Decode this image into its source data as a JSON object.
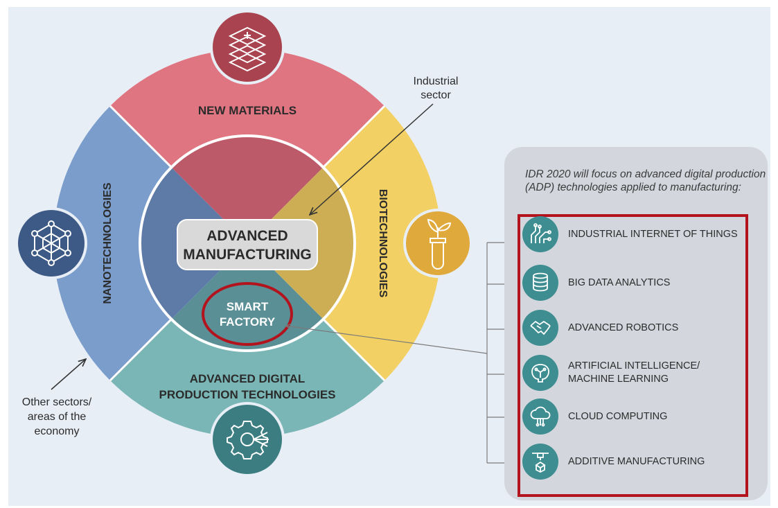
{
  "sectors": {
    "new_materials": "NEW MATERIALS",
    "biotechnologies": "BIOTECHNOLOGIES",
    "nanotechnologies": "NANOTECHNOLOGIES",
    "adp_line1": "ADVANCED DIGITAL",
    "adp_line2": "PRODUCTION TECHNOLOGIES"
  },
  "center": {
    "line1": "ADVANCED",
    "line2": "MANUFACTURING"
  },
  "smart_factory": {
    "line1": "SMART",
    "line2": "FACTORY"
  },
  "annotations": {
    "industrial_line1": "Industrial",
    "industrial_line2": "sector",
    "other_line1": "Other sectors/",
    "other_line2": "areas of the",
    "other_line3": "economy"
  },
  "panel": {
    "intro": "IDR 2020 will focus on advanced digital production (ADP) technologies applied to manufacturing:",
    "technologies": [
      {
        "label": "INDUSTRIAL INTERNET OF THINGS",
        "icon": "iot-circuit-icon"
      },
      {
        "label": "BIG DATA ANALYTICS",
        "icon": "database-icon"
      },
      {
        "label": "ADVANCED ROBOTICS",
        "icon": "robot-handshake-icon"
      },
      {
        "label": "ARTIFICIAL INTELLIGENCE/ MACHINE LEARNING",
        "icon": "brain-circuit-icon"
      },
      {
        "label": "CLOUD COMPUTING",
        "icon": "cloud-icon"
      },
      {
        "label": "ADDITIVE MANUFACTURING",
        "icon": "3d-printer-icon"
      }
    ]
  },
  "colors": {
    "new_materials": "#e07582",
    "biotechnologies": "#f2d064",
    "nanotechnologies": "#7a9dcc",
    "adp": "#7ab6b6",
    "highlight_red": "#b2131c"
  }
}
